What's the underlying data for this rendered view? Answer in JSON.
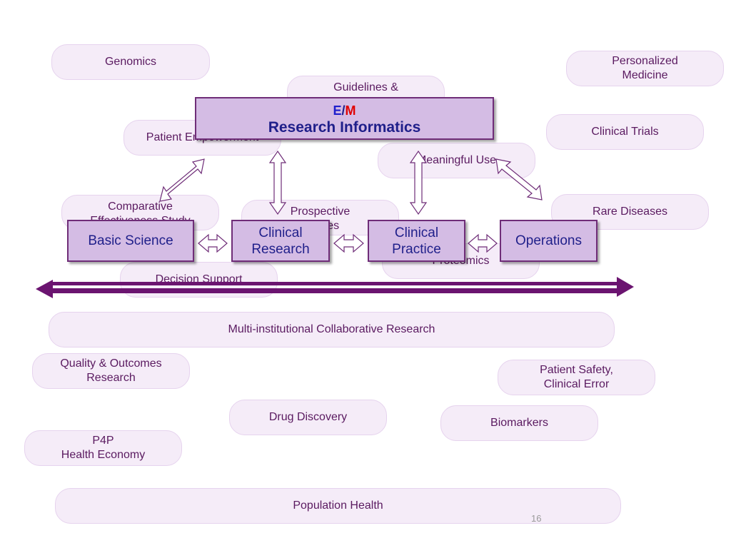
{
  "title": {
    "e": "E",
    "slash": "/",
    "m": "M",
    "main": "Research Informatics"
  },
  "background_topics": {
    "genomics": "Genomics",
    "personalized_medicine": "Personalized\nMedicine",
    "guidelines": "Guidelines &",
    "patient_empowerment": "Patient Empowerment",
    "clinical_trials": "Clinical Trials",
    "meaningful_use": "Meaningful Use",
    "comparative": "Comparative\nEffectiveness Study",
    "prospective": "Prospective\nStudies",
    "rare_diseases": "Rare Diseases",
    "proteomics": "Proteomics",
    "decision_support": "Decision Support",
    "multi_institutional": "Multi-institutional Collaborative Research",
    "quality_outcomes": "Quality & Outcomes\nResearch",
    "patient_safety": "Patient Safety,\nClinical Error",
    "drug_discovery": "Drug Discovery",
    "biomarkers": "Biomarkers",
    "p4p": "P4P\nHealth Economy",
    "population_health": "Population Health"
  },
  "stages": {
    "basic_science": "Basic Science",
    "clinical_research": "Clinical\nResearch",
    "clinical_practice": "Clinical\nPractice",
    "operations": "Operations"
  },
  "colors": {
    "pill_fill": "#f5ecf8",
    "box_fill": "#d4bce4",
    "box_border": "#6f2d78",
    "title_text": "#1f1f8a",
    "accent_red": "#e00000",
    "spectrum_arrow": "#6b1470"
  },
  "page_number": "16"
}
